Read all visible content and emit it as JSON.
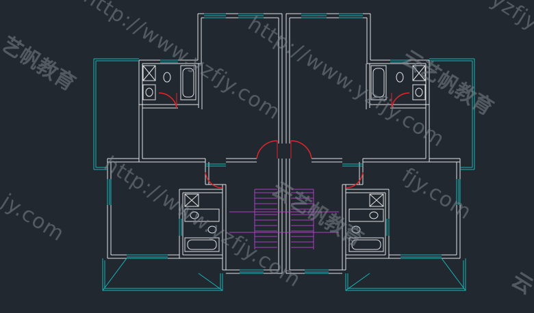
{
  "drawing": {
    "background": "#212830",
    "wall_color": "#e4e4e4",
    "window_color": "#19b6b6",
    "door_color": "#e4252b",
    "stair_color": "#b43cc3",
    "fixture_color": "#e4e4e4"
  },
  "watermark": {
    "url_text": "http://www.yzfjy.com",
    "url_fragment_a": "jy.com",
    "url_fragment_b": "yzfjy",
    "url_fragment_c": "fjy.com",
    "url_fragment_d": "com",
    "cn_text": "云艺帆教育",
    "cn_fragment": "艺帆教育",
    "cn_fragment_b": "云",
    "color": "#7e858c"
  }
}
